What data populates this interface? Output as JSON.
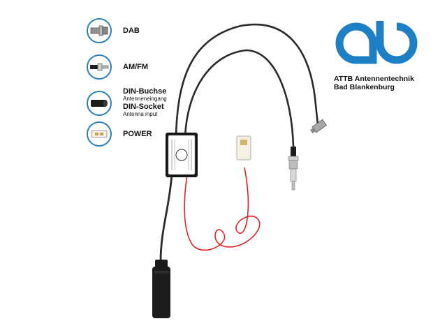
{
  "legend": {
    "items": [
      {
        "label": "DAB",
        "icon": "sma-connector-icon"
      },
      {
        "label": "AM/FM",
        "icon": "din-plug-icon"
      },
      {
        "label": "DIN-Buchse",
        "sub": "Antenneneingang",
        "label2": "DIN-Socket",
        "sub2": "Antenna input",
        "icon": "din-socket-icon"
      },
      {
        "label": "POWER",
        "icon": "power-plug-icon"
      }
    ],
    "icon_ring_color": "#2c7fb8"
  },
  "brand": {
    "line1": "ATTB Antennentechnik",
    "line2": "Bad Blankenburg",
    "logo_color": "#1f7fc4"
  },
  "product": {
    "cable_color": "#2a2a2a",
    "power_wire_color": "#e02424"
  }
}
